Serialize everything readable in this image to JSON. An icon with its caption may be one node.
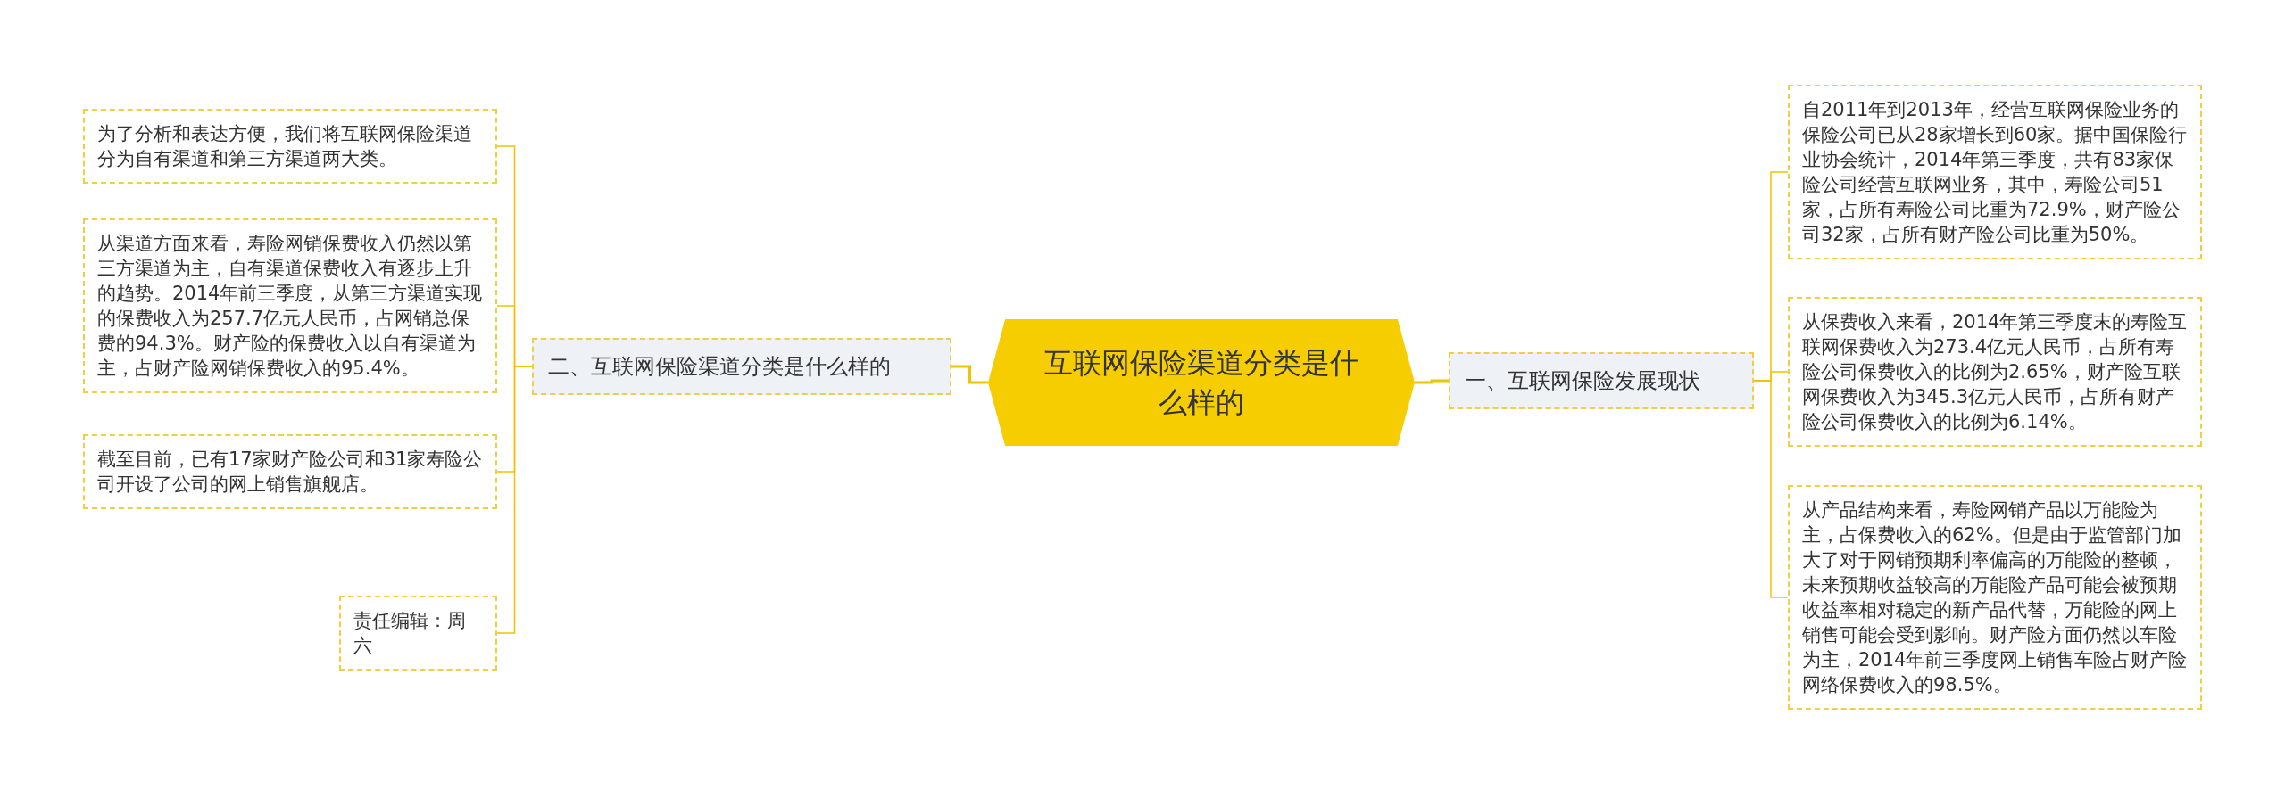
{
  "diagram": {
    "nodes": [
      {
        "text": [
          "互联网保险渠道分类是什么样的"
        ]
      },
      {
        "text": [
          "一、互联网保险发展现状"
        ]
      },
      {
        "text": [
          "自2011年到2013年，经营互联网保险业务的保险公司已从28家增长到60家。据中国保险行业协会统计，2014年第三季度，共有83家保险公司经营互联网业务，其中，寿险公司51家，占所有寿险公司比重为72.9%，财产险公司32家，占所有财产险公司比重为50%。"
        ]
      },
      {
        "text": [
          "从保费收入来看，2014年第三季度末的寿险互联网保费收入为273.4亿元人民币，占所有寿险公司保费收入的比例为2.65%，财产险互联网保费收入为345.3亿元人民币，占所有财产险公司保费收入的比例为6.14%。"
        ]
      },
      {
        "text": [
          "从产品结构来看，寿险网销产品以万能险为主，占保费收入的62%。但是由于监管部门加大了对于网销预期利率偏高的万能险的整顿，未来预期收益较高的万能险产品可能会被预期收益率相对稳定的新产品代替，万能险的网上销售可能会受到影响。财产险方面仍然以车险为主，2014年前三季度网上销售车险占财产险网络保费收入的98.5%。"
        ]
      },
      {
        "text": [
          "二、互联网保险渠道分类是什么样的"
        ]
      },
      {
        "text": [
          "为了分析和表达方便，我们将互联网保险渠道分为自有渠道和第三方渠道两大类。"
        ]
      },
      {
        "text": [
          "从渠道方面来看，寿险网销保费收入仍然以第三方渠道为主，自有渠道保费收入有逐步上升的趋势。2014年前三季度，从第三方渠道实现的保费收入为257.7亿元人民币，占网销总保费的94.3%。财产险的保费收入以自有渠道为主，占财产险网销保费收入的95.4%。"
        ]
      },
      {
        "text": [
          "截至目前，已有17家财产险公司和31家寿险公司开设了公司的网上销售旗舰店。"
        ]
      },
      {
        "text": [
          "责任编辑：周六"
        ]
      }
    ],
    "edges": [
      {
        "from": 0,
        "to": 1,
        "arrow": "none"
      },
      {
        "from": 1,
        "to": 2,
        "arrow": "none"
      },
      {
        "from": 1,
        "to": 3,
        "arrow": "none"
      },
      {
        "from": 1,
        "to": 4,
        "arrow": "none"
      },
      {
        "from": 0,
        "to": 5,
        "arrow": "none"
      },
      {
        "from": 5,
        "to": 6,
        "arrow": "none"
      },
      {
        "from": 5,
        "to": 7,
        "arrow": "none"
      },
      {
        "from": 5,
        "to": 8,
        "arrow": "none"
      },
      {
        "from": 5,
        "to": 9,
        "arrow": "none"
      }
    ]
  }
}
